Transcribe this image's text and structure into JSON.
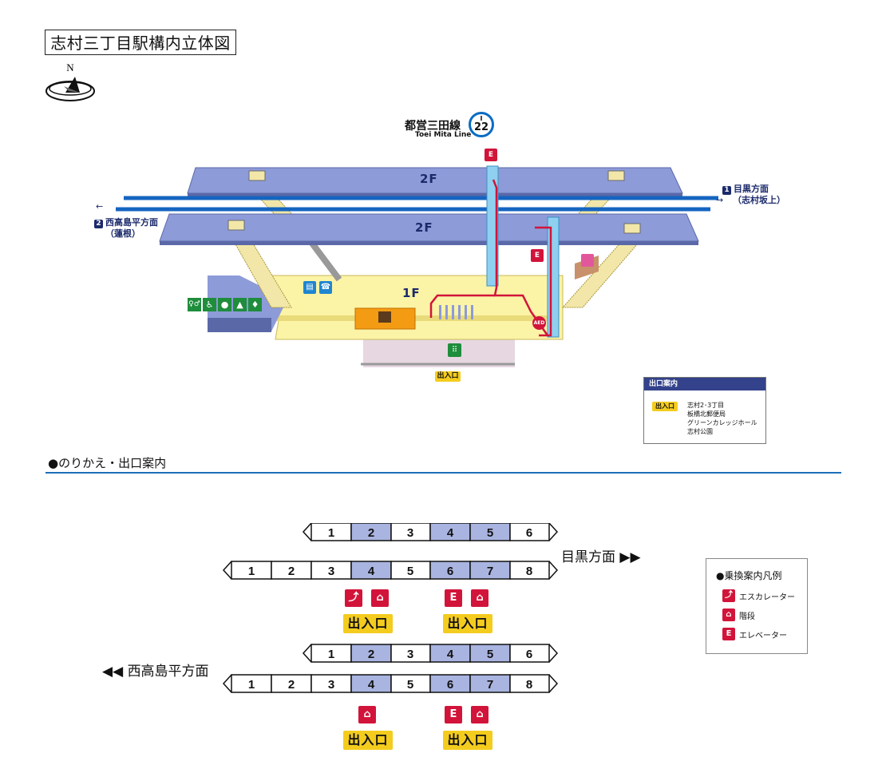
{
  "title": "志村三丁目駅構内立体図",
  "compass": {
    "label": "N"
  },
  "line": {
    "name": "都営三田線",
    "name_en": "Toei Mita Line",
    "code": "I",
    "number": "22"
  },
  "floors": {
    "upper": "2F",
    "lower": "2F",
    "ground": "1F"
  },
  "directions": {
    "east": {
      "num": "1",
      "name": "目黒方面",
      "sub": "（志村坂上）"
    },
    "west": {
      "num": "2",
      "name": "西高島平方面",
      "sub": "（蓮根）"
    }
  },
  "diagram_exit": "出入口",
  "exit_legend": {
    "header": "出口案内",
    "tag": "出入口",
    "destinations": [
      "志村2･3丁目",
      "板橋北郵便局",
      "グリーンカレッジホール",
      "志村公園"
    ]
  },
  "section": "●のりかえ・出口案内",
  "transfer": {
    "meguro_label": "目黒方面",
    "nishitakashima_label": "西高島平方面",
    "six_car": [
      "1",
      "2",
      "3",
      "4",
      "5",
      "6"
    ],
    "eight_car": [
      "1",
      "2",
      "3",
      "4",
      "5",
      "6",
      "7",
      "8"
    ],
    "exit_label": "出入口"
  },
  "car_legend": {
    "title": "●乗換案内凡例",
    "items": [
      {
        "icon": "escalator-icon",
        "label": "エスカレーター"
      },
      {
        "icon": "stairs-icon",
        "label": "階段"
      },
      {
        "icon": "elevator-icon",
        "label": "エレベーター"
      }
    ]
  },
  "colors": {
    "highlight_car": "#a9b4e0",
    "platform": "#8d9bd8",
    "track": "#1565c0",
    "concourse": "#fbf3a6",
    "accent_red": "#d2143a",
    "exit_yellow": "#f4cc1e"
  }
}
